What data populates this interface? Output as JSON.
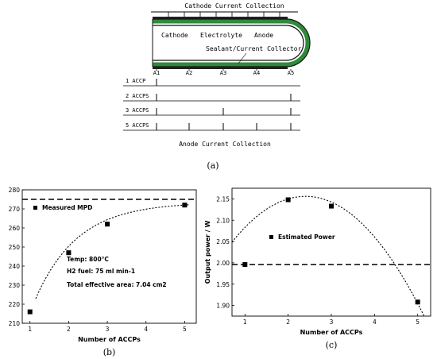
{
  "panel_a": {
    "labels": {
      "cathode_collection": "Cathode Current Collection",
      "cathode": "Cathode",
      "electrolyte": "Electrolyte",
      "anode": "Anode",
      "sealant": "Sealant/Current Collector",
      "anode_collection": "Anode Current Collection"
    },
    "positions": [
      "A1",
      "A2",
      "A3",
      "A4",
      "A5"
    ],
    "configs": [
      {
        "label": "1 ACCP",
        "taps": [
          0
        ]
      },
      {
        "label": "2 ACCPS",
        "taps": [
          0,
          4
        ]
      },
      {
        "label": "3 ACCPS",
        "taps": [
          0,
          2,
          4
        ]
      },
      {
        "label": "5 ACCPS",
        "taps": [
          0,
          1,
          2,
          3,
          4
        ]
      }
    ],
    "caption": "(a)"
  },
  "chart_data": [
    {
      "type": "scatter",
      "ylabel": "",
      "xlabel": "Number of ACCPs",
      "xlim": [
        0.8,
        5.3
      ],
      "ylim": [
        210,
        280
      ],
      "xticks": [
        1,
        2,
        3,
        4,
        5
      ],
      "yticks": [
        210,
        220,
        230,
        240,
        250,
        260,
        270,
        280
      ],
      "series": [
        {
          "name": "Measured MPD",
          "x": [
            1,
            2,
            3,
            5
          ],
          "y": [
            216,
            247,
            262,
            272
          ]
        }
      ],
      "reference_line": 275,
      "annotations": {
        "temp": "Temp: 800°C",
        "fuel": "H2 fuel: 75 ml min-1",
        "area": "Total effective area: 7.04 cm2"
      },
      "caption": "(b)",
      "legend": "top-left",
      "grid": false
    },
    {
      "type": "scatter",
      "ylabel": "Output power / W",
      "xlabel": "Number of ACCPs",
      "xlim": [
        0.7,
        5.3
      ],
      "ylim": [
        1.875,
        2.175
      ],
      "xticks": [
        1,
        2,
        3,
        4,
        5
      ],
      "yticks": [
        1.9,
        1.95,
        2.0,
        2.05,
        2.1,
        2.15
      ],
      "series": [
        {
          "name": "Estimated Power",
          "x": [
            1,
            2,
            3,
            5
          ],
          "y": [
            1.996,
            2.148,
            2.133,
            1.908
          ]
        }
      ],
      "reference_line": 1.996,
      "caption": "(c)",
      "legend": "center",
      "grid": false
    }
  ]
}
